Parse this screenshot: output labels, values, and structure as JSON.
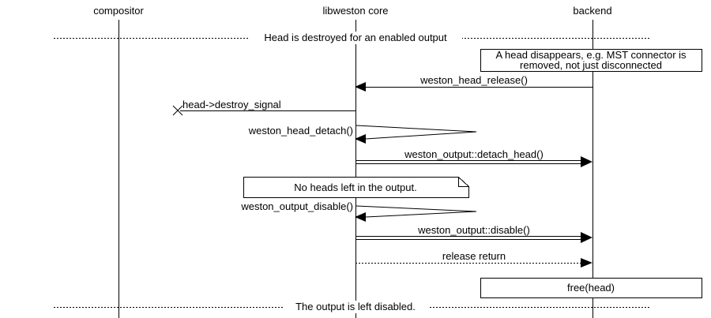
{
  "diagram_type": "sequence-diagram",
  "colors": {
    "foreground": "#000000",
    "background": "#ffffff"
  },
  "lifelines": {
    "compositor": "compositor",
    "libweston": "libweston core",
    "backend": "backend"
  },
  "dividers": {
    "top": "Head is destroyed for an enabled output",
    "bottom": "The output is left disabled."
  },
  "notes": {
    "head_disappears": {
      "line1": "A head disappears, e.g. MST connector is",
      "line2": "removed, not just disconnected"
    },
    "no_heads": "No heads left in the output.",
    "free_head": "free(head)"
  },
  "messages": {
    "head_release": "weston_head_release()",
    "destroy_signal": "head->destroy_signal",
    "head_detach": "weston_head_detach()",
    "detach_head": "weston_output::detach_head()",
    "output_disable_fn": "weston_output_disable()",
    "output_disable": "weston_output::disable()",
    "release_return": "release return"
  }
}
